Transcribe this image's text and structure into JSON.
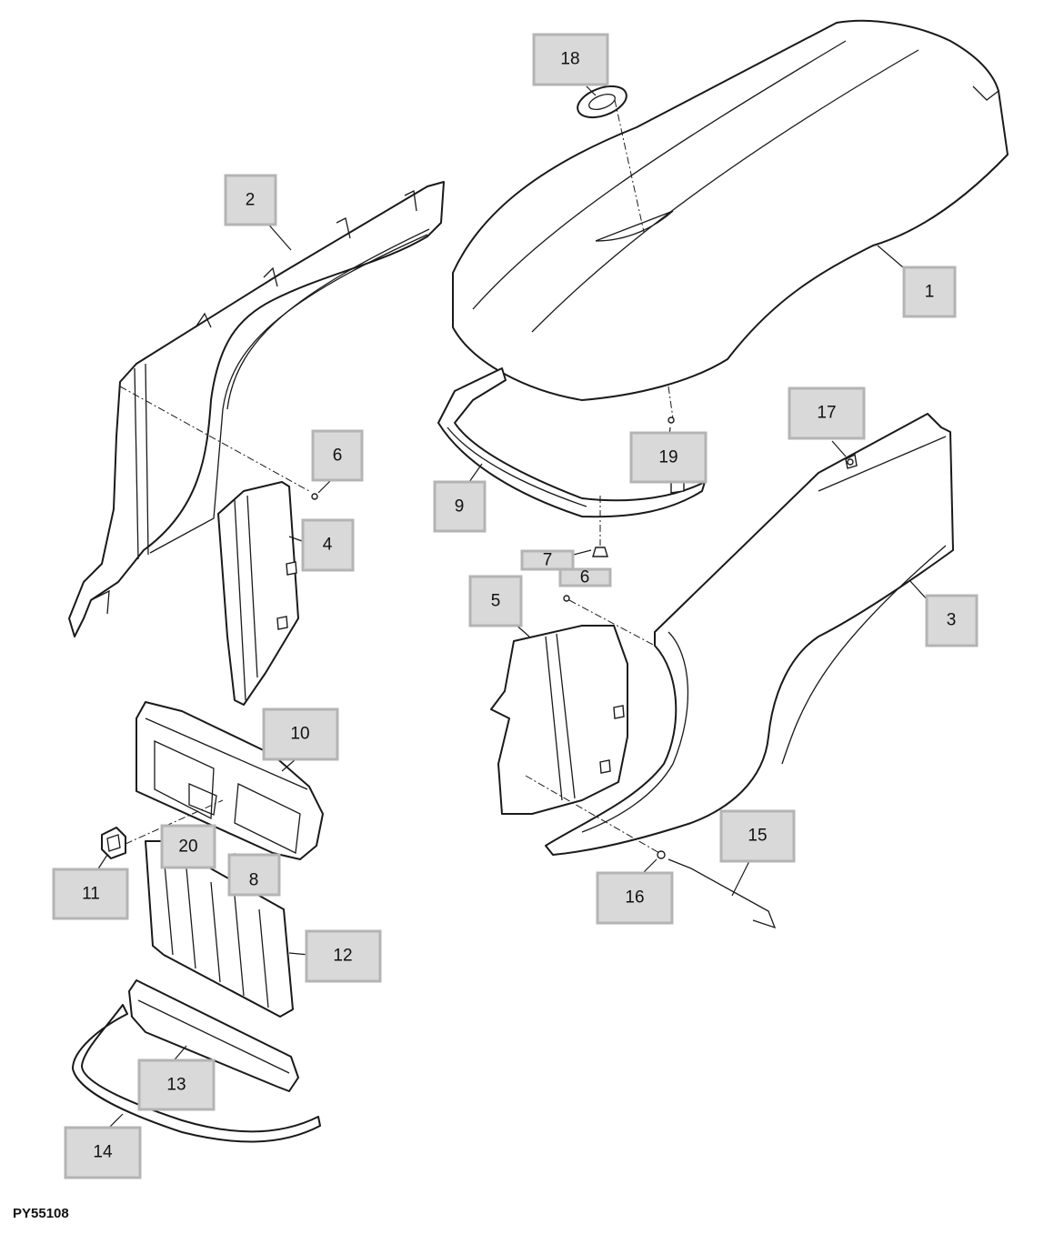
{
  "figure_id": "PY55108",
  "callouts": [
    {
      "key": "c1",
      "label": "1"
    },
    {
      "key": "c2",
      "label": "2"
    },
    {
      "key": "c3",
      "label": "3"
    },
    {
      "key": "c4",
      "label": "4"
    },
    {
      "key": "c5",
      "label": "5"
    },
    {
      "key": "c6a",
      "label": "6"
    },
    {
      "key": "c6b",
      "label": "6"
    },
    {
      "key": "c7",
      "label": "7"
    },
    {
      "key": "c8",
      "label": "8"
    },
    {
      "key": "c9",
      "label": "9"
    },
    {
      "key": "c10",
      "label": "10"
    },
    {
      "key": "c11",
      "label": "11"
    },
    {
      "key": "c12",
      "label": "12"
    },
    {
      "key": "c13",
      "label": "13"
    },
    {
      "key": "c14",
      "label": "14"
    },
    {
      "key": "c15",
      "label": "15"
    },
    {
      "key": "c16",
      "label": "16"
    },
    {
      "key": "c17",
      "label": "17"
    },
    {
      "key": "c18",
      "label": "18"
    },
    {
      "key": "c19",
      "label": "19"
    },
    {
      "key": "c20",
      "label": "20"
    }
  ]
}
